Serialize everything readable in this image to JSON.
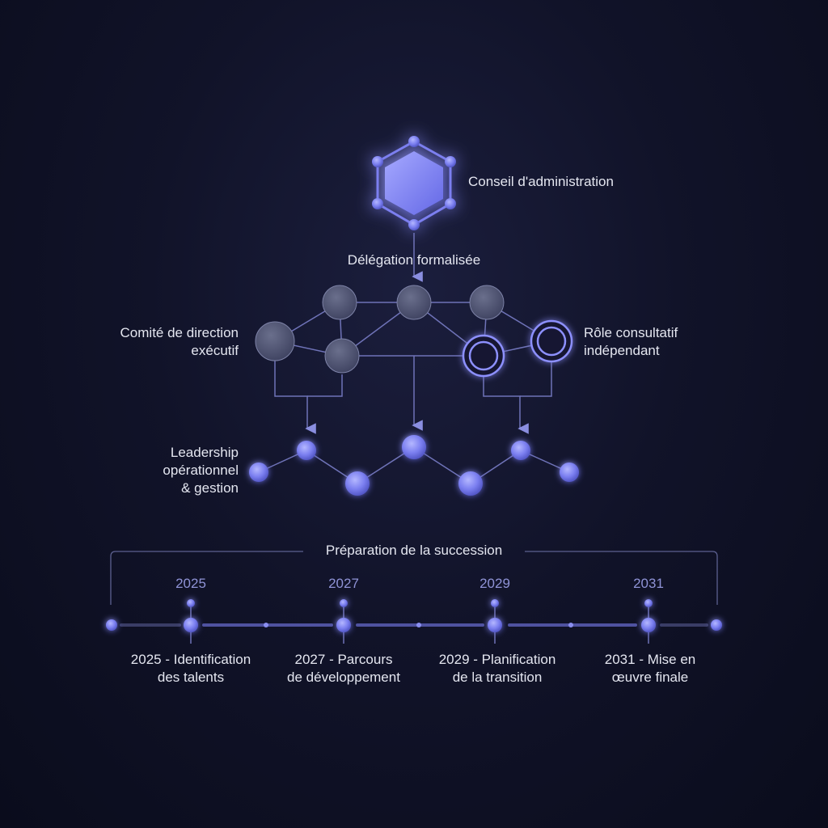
{
  "colors": {
    "accent": "#7b7ff0",
    "accent_light": "#a9acff",
    "gray_node": "#4f5470",
    "line": "#6f73b8",
    "text": "#e4e6f0",
    "year_text": "#8f93d6"
  },
  "top_node": {
    "icon": "hexagon-icon",
    "label": "Conseil d'administration"
  },
  "delegation_label": "Délégation formalisée",
  "left_group_label": [
    "Comité de direction",
    "exécutif"
  ],
  "right_group_label": [
    "Rôle consultatif",
    "indépendant"
  ],
  "bottom_group_label": [
    "Leadership",
    "opérationnel",
    "& gestion"
  ],
  "timeline": {
    "title": "Préparation de la succession",
    "milestones": [
      {
        "year": "2025",
        "description": [
          "2025 - Identification",
          "des talents"
        ]
      },
      {
        "year": "2027",
        "description": [
          "2027 - Parcours",
          "de développement"
        ]
      },
      {
        "year": "2029",
        "description": [
          "2029 - Planification",
          "de la transition"
        ]
      },
      {
        "year": "2031",
        "description": [
          "2031 - Mise en",
          "œuvre finale"
        ]
      }
    ]
  }
}
